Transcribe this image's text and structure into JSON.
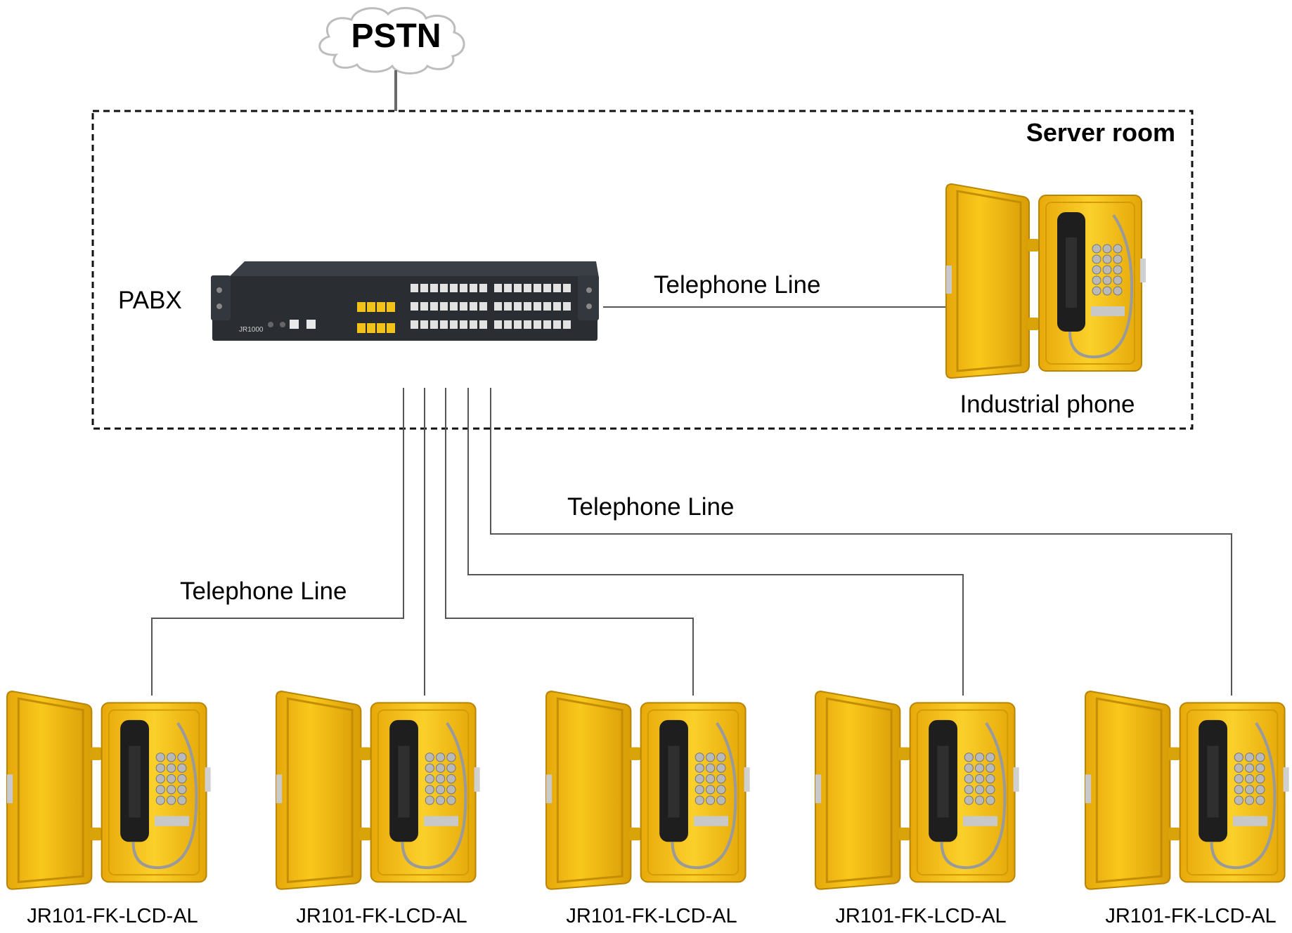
{
  "cloud": {
    "label": "PSTN"
  },
  "server_room": {
    "label": "Server room"
  },
  "pabx": {
    "label": "PABX",
    "model_label": "JR1000"
  },
  "line_labels": [
    "Telephone Line",
    "Telephone Line",
    "Telephone Line"
  ],
  "industrial_phone": {
    "label": "Industrial phone"
  },
  "endpoints": [
    {
      "model": "JR101-FK-LCD-AL"
    },
    {
      "model": "JR101-FK-LCD-AL"
    },
    {
      "model": "JR101-FK-LCD-AL"
    },
    {
      "model": "JR101-FK-LCD-AL"
    },
    {
      "model": "JR101-FK-LCD-AL"
    }
  ],
  "colors": {
    "phone_yellow": "#f7c314",
    "phone_yellow_dark": "#d9a40a",
    "pabx_body": "#2a2e33",
    "port_yellow": "#f3c21a",
    "line": "#555555"
  }
}
